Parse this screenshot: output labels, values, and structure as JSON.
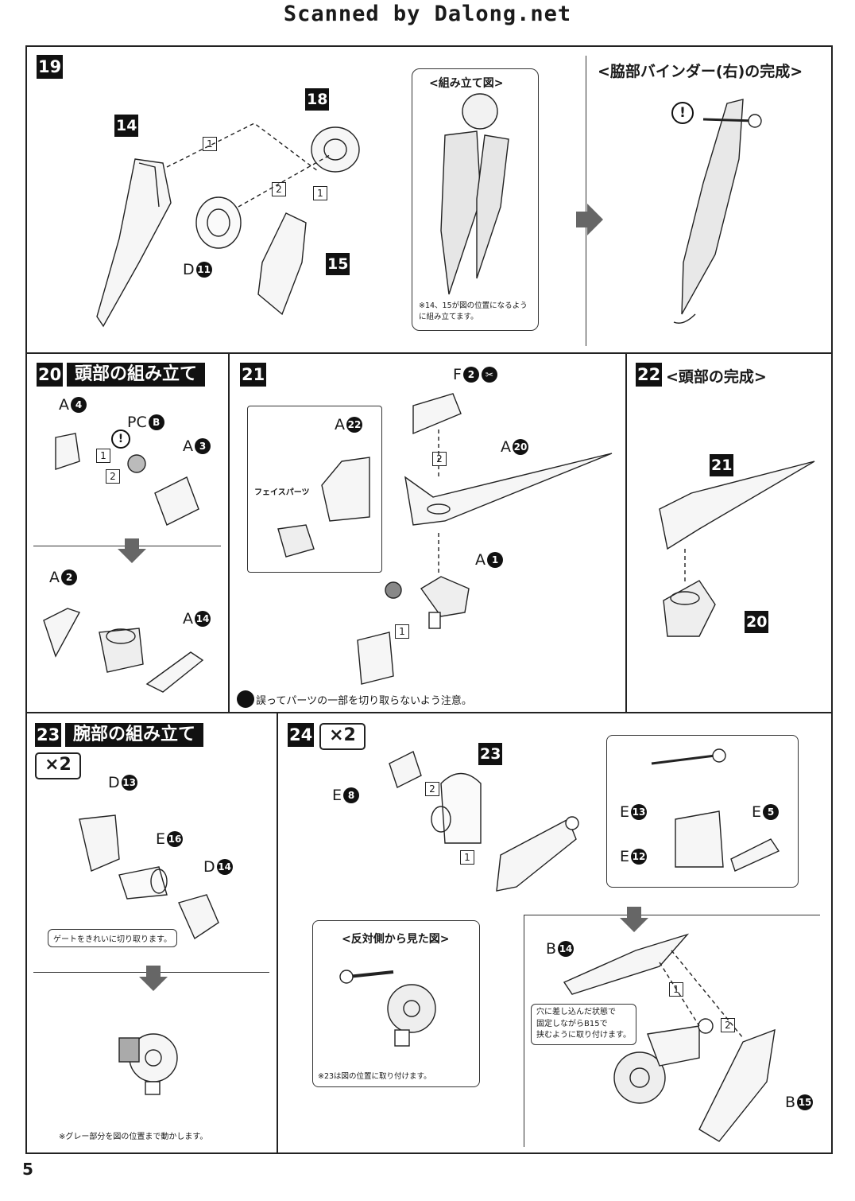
{
  "header": {
    "scan_credit": "Scanned by Dalong.net"
  },
  "page_number": "5",
  "steps": {
    "s19": {
      "number": "19",
      "parts": {
        "p14": "14",
        "p18": "18",
        "p15": "15",
        "d": "D",
        "d_no": "11"
      },
      "seq": [
        "1",
        "2",
        "1"
      ],
      "assembled_title": "<組み立て図>",
      "assembled_note": "※14、15が図の位置になるように組み立てます。",
      "result_title": "<脇部バインダー(右)の完成>",
      "caution": "!"
    },
    "s20": {
      "number": "20",
      "title": "頭部の組み立て",
      "labels": {
        "a4": "A",
        "a4_no": "4",
        "pcb": "PC",
        "pcb_no": "B",
        "a3": "A",
        "a3_no": "3",
        "a2": "A",
        "a2_no": "2",
        "a14": "A",
        "a14_no": "14"
      },
      "seq": [
        "1",
        "2"
      ],
      "caution": "!"
    },
    "s21": {
      "number": "21",
      "labels": {
        "a22": "A",
        "a22_no": "22",
        "f": "F",
        "f_no": "2",
        "a20": "A",
        "a20_no": "20",
        "a1": "A",
        "a1_no": "1"
      },
      "face_parts": "フェイスパーツ",
      "seq": [
        "2",
        "1"
      ],
      "caution_note": "誤ってパーツの一部を切り取らないよう注意。"
    },
    "s22": {
      "number": "22",
      "title": "<頭部の完成>",
      "parts": {
        "p21": "21",
        "p20": "20"
      }
    },
    "s23": {
      "number": "23",
      "title": "腕部の組み立て",
      "multiplier": "×2",
      "labels": {
        "d13": "D",
        "d13_no": "13",
        "e16": "E",
        "e16_no": "16",
        "d14": "D",
        "d14_no": "14"
      },
      "gate_note": "ゲートをきれいに切り取ります。",
      "gray_note": "※グレー部分を図の位置まで動かします。"
    },
    "s24": {
      "number": "24",
      "multiplier": "×2",
      "labels": {
        "e8": "E",
        "e8_no": "8",
        "e13": "E",
        "e13_no": "13",
        "e5": "E",
        "e5_no": "5",
        "e12": "E",
        "e12_no": "12",
        "b14": "B",
        "b14_no": "14",
        "b15": "B",
        "b15_no": "15"
      },
      "parts": {
        "p23": "23"
      },
      "seq": [
        "2",
        "1",
        "1",
        "2"
      ],
      "opposite_title": "<反対側から見た図>",
      "opposite_note": "※23は図の位置に取り付けます。",
      "insert_note": [
        "穴に差し込んだ状態で",
        "固定しながらB15で",
        "挟むように取り付けます。"
      ]
    }
  }
}
